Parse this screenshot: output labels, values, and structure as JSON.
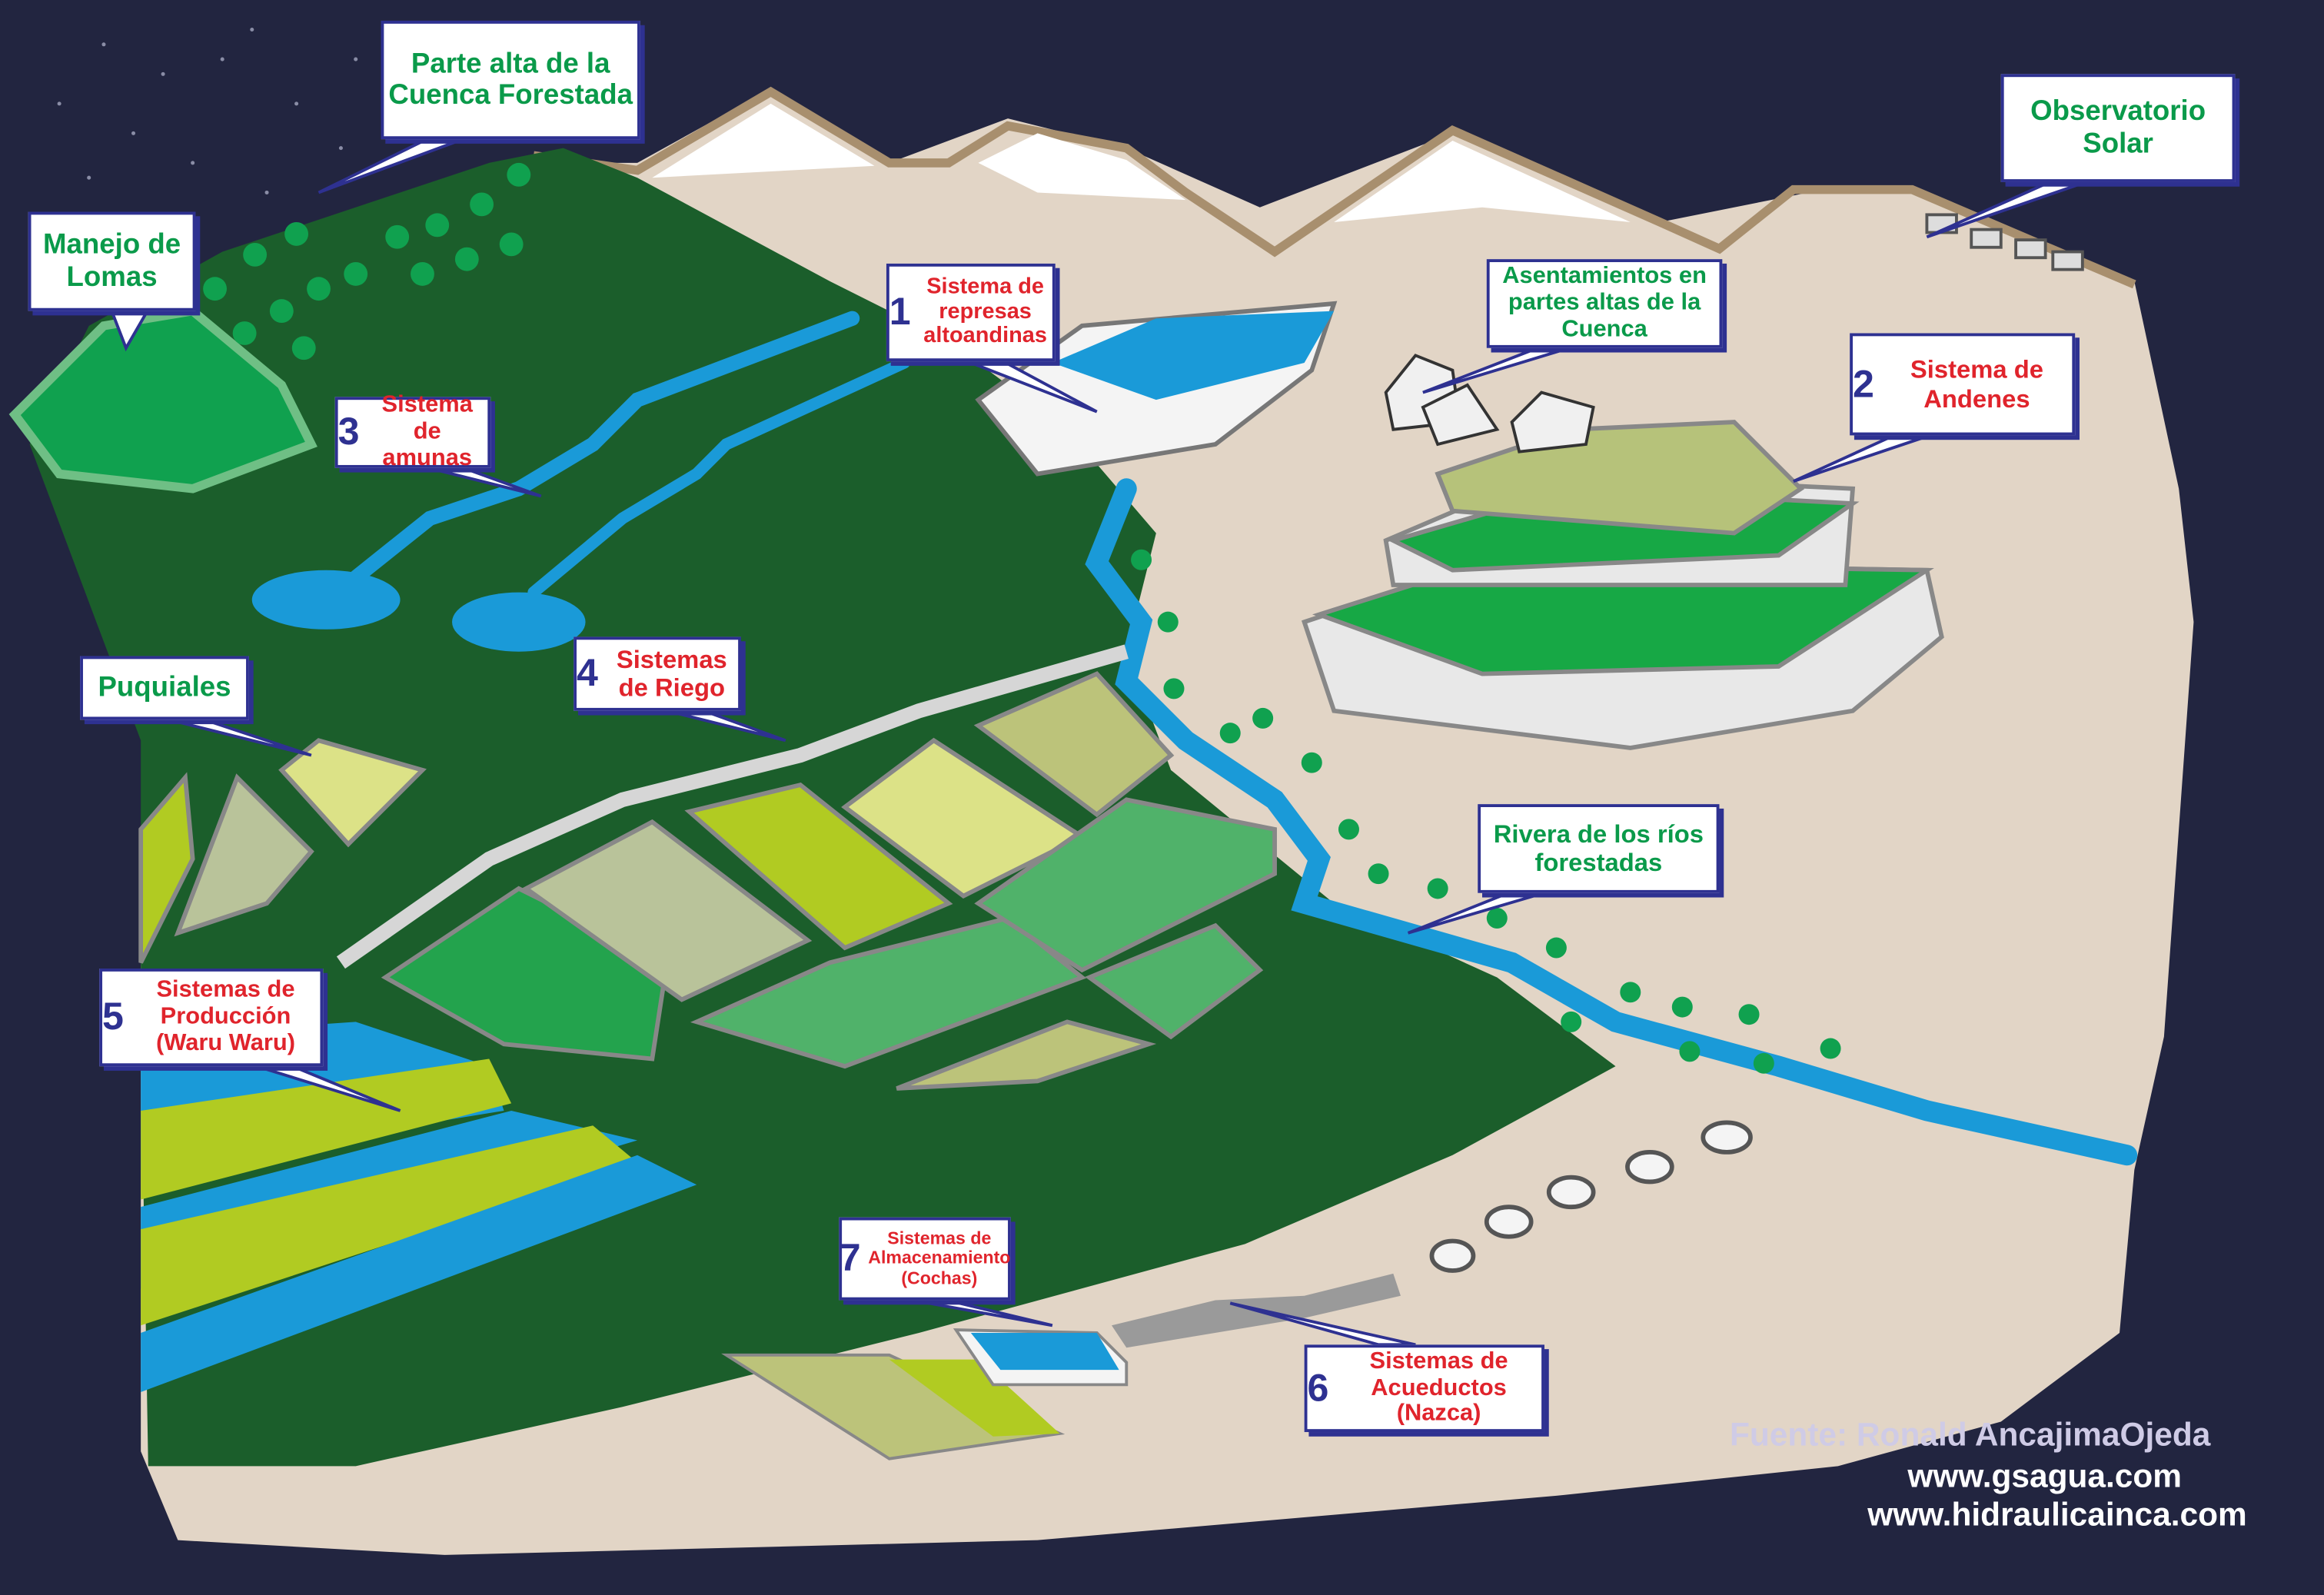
{
  "labels": {
    "parte_alta": "Parte alta de la Cuenca Forestada",
    "lomas": "Manejo de Lomas",
    "observatorio": "Observatorio Solar",
    "asentamientos": "Asentamientos en partes altas de la Cuenca",
    "puquiales": "Puquiales",
    "rivera": "Rivera de los ríos forestadas",
    "represas": {
      "num": "1",
      "text": "Sistema de represas altoandinas"
    },
    "andenes": {
      "num": "2",
      "text": "Sistema de Andenes"
    },
    "amunas": {
      "num": "3",
      "text": "Sistema de amunas"
    },
    "riego": {
      "num": "4",
      "text": "Sistemas de Riego"
    },
    "produccion": {
      "num": "5",
      "text": "Sistemas de Producción (Waru Waru)"
    },
    "acueductos": {
      "num": "6",
      "text": "Sistemas de Acueductos (Nazca)"
    },
    "almacenamiento": {
      "num": "7",
      "text": "Sistemas de Almacenamiento (Cochas)"
    }
  },
  "source": {
    "author": "Fuente: Ronald AncajimaOjeda",
    "site1": "www.gsagua.com",
    "site2": "www.hidraulicainca.com"
  },
  "colors": {
    "background": "#222540",
    "forest": "#1b5e2b",
    "soil": "#e2d5c6",
    "water": "#1a9ad8",
    "label_border": "#2e3191",
    "green_text": "#0a9a4a",
    "red_text": "#e0242c"
  }
}
